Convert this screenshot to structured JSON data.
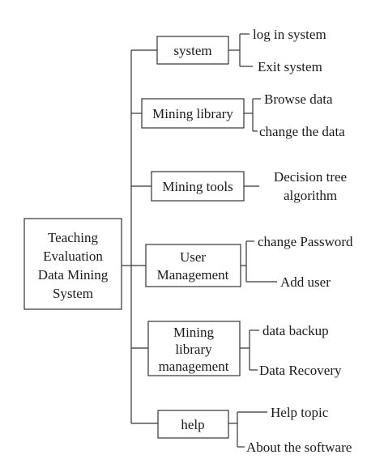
{
  "root": {
    "lines": [
      "Teaching",
      "Evaluation",
      "Data Mining",
      "System"
    ]
  },
  "modules": [
    {
      "lines": [
        "system"
      ],
      "children": [
        [
          "log in system"
        ],
        [
          "Exit system"
        ]
      ]
    },
    {
      "lines": [
        "Mining library"
      ],
      "children": [
        [
          "Browse data"
        ],
        [
          "change the data"
        ]
      ]
    },
    {
      "lines": [
        "Mining tools"
      ],
      "children": [
        [
          "Decision tree",
          "algorithm"
        ]
      ]
    },
    {
      "lines": [
        "User",
        "Management"
      ],
      "children": [
        [
          "change Password"
        ],
        [
          "Add user"
        ]
      ]
    },
    {
      "lines": [
        "Mining",
        "library",
        "management"
      ],
      "children": [
        [
          "data backup"
        ],
        [
          "Data Recovery"
        ]
      ]
    },
    {
      "lines": [
        "help"
      ],
      "children": [
        [
          "Help topic"
        ],
        [
          "About the software"
        ]
      ]
    }
  ],
  "colors": {
    "line": "#333333",
    "text": "#1a1a1a",
    "background": "#ffffff"
  }
}
